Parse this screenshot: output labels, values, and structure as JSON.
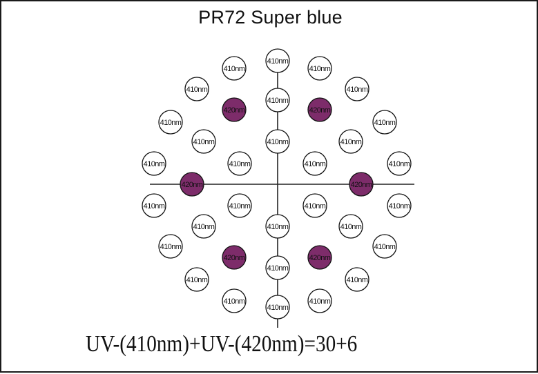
{
  "title": "PR72 Super blue",
  "formula": "UV-(410nm)+UV-(420nm)=30+6",
  "led_types": {
    "uv410": {
      "label": "410nm",
      "fill": "#ffffff",
      "text_color": "#111111"
    },
    "uv420": {
      "label": "420nm",
      "fill": "#7d2c6a",
      "text_color": "#111111"
    }
  },
  "colors": {
    "line": "#222222",
    "outline": "#111111"
  }
}
